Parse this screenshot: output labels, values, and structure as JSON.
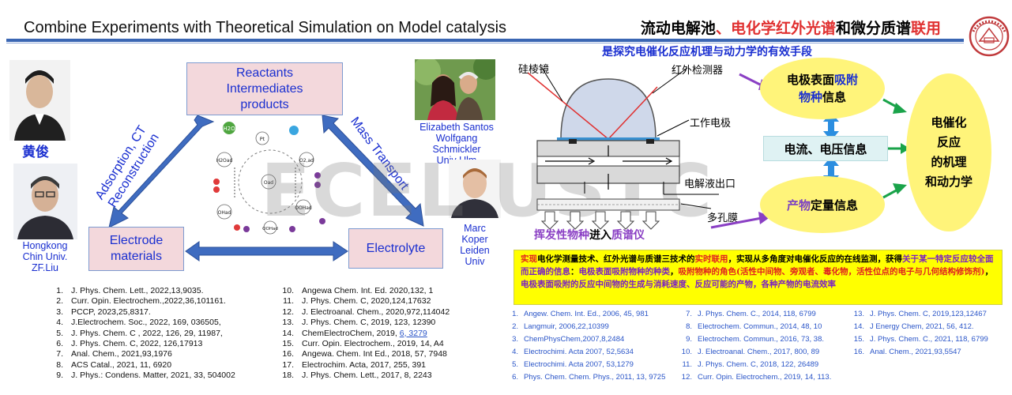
{
  "header": {
    "title_left": "Combine Experiments with Theoretical Simulation on Model catalysis",
    "title_right_part1": "流动电解池",
    "title_right_sep": "、",
    "title_right_part2": "电化学红外光谱",
    "title_right_and": "和",
    "title_right_part3": "微分质谱",
    "title_right_part4": "联用",
    "subtitle_right": "是探究电催化反应机理与动力学的有效手段"
  },
  "people": {
    "huang": "黄俊",
    "liu_line1": "Hongkong",
    "liu_line2": "Chin Univ.",
    "liu_line3": "ZF.Liu",
    "santos_line1": "Elizabeth Santos",
    "santos_line2": "Wolfgang Schmickler",
    "santos_line3": "Univ Ulm",
    "koper_line1": "Marc",
    "koper_line2": "Koper",
    "koper_line3": "Leiden",
    "koper_line4": "Univ"
  },
  "left_diagram": {
    "reactants_line1": "Reactants",
    "reactants_line2": "Intermediates",
    "reactants_line3": "products",
    "electrode_line1": "Electrode",
    "electrode_line2": "materials",
    "electrolyte": "Electrolyte",
    "adsorption_line1": "Adsorption, CT",
    "adsorption_line2": "Reconstruction",
    "mass_transport": "Mass Transport",
    "cycle_nodes": {
      "h2o_top": "H2O",
      "pt": "Pt",
      "h2o_ad": "H2Oad",
      "o2_ad": "O2,ad",
      "o_ad": "Oad",
      "oh_ad": "OHad",
      "ooh_ad": "OOHad",
      "o_ad_bottom": "OOHad"
    },
    "watermark": "ECEL USTC"
  },
  "refs_left_col1": [
    {
      "num": "1.",
      "text": "J. Phys. Chem. Lett., 2022,13,9035."
    },
    {
      "num": "2.",
      "text": "Curr. Opin. Electrochem.,2022,36,101161."
    },
    {
      "num": "3.",
      "text": "PCCP, 2023,25,8317."
    },
    {
      "num": "4.",
      "text": "J.Electrochem. Soc., 2022, 169, 036505,"
    },
    {
      "num": "5.",
      "text": "J. Phys. Chem. C , 2022, 126, 29, 11987,"
    },
    {
      "num": "6.",
      "text": "J. Phys. Chem. C, 2022, 126,17913"
    },
    {
      "num": "7.",
      "text": "Anal. Chem., 2021,93,1976"
    },
    {
      "num": "8.",
      "text": "ACS Catal., 2021, 11, 6920"
    },
    {
      "num": "9.",
      "text": "J. Phys.: Condens. Matter, 2021, 33, 504002"
    }
  ],
  "refs_left_col2": [
    {
      "num": "10.",
      "text": "Angewa Chem. Int. Ed. 2020,132, 1"
    },
    {
      "num": "11.",
      "text": "J. Phys. Chem. C, 2020,124,17632"
    },
    {
      "num": "12.",
      "text": "J. Electroanal. Chem., 2020,972,114042"
    },
    {
      "num": "13.",
      "text": "J. Phys. Chem. C, 2019, 123, 12390"
    },
    {
      "num": "14.",
      "text": "ChemElectroChem, 2019, ",
      "link": "6, 3279"
    },
    {
      "num": "15.",
      "text": "Curr. Opin. Electrochem., 2019, 14, A4"
    },
    {
      "num": "16.",
      "text": "Angewa. Chem. Int Ed., 2018, 57, 7948"
    },
    {
      "num": "17.",
      "text": "Electrochim. Acta, 2017, 255, 391"
    },
    {
      "num": "18.",
      "text": "J. Phys. Chem. Lett., 2017, 8, 2243"
    }
  ],
  "right_diagram": {
    "prism": "硅棱镜",
    "ir_detector": "红外检测器",
    "working_electrode": "工作电极",
    "electrolyte_outlet": "电解液出口",
    "porous_membrane": "多孔膜",
    "volatile_species": "挥发性物种",
    "into": "进入",
    "mass_spec": "质谱仪",
    "ell_top_a": "电极表面",
    "ell_top_b": "吸附",
    "ell_top_c": "物种",
    "ell_top_d": "信息",
    "current_box": "电流、电压信息",
    "ell_bottom_a": "产物",
    "ell_bottom_b": "定量信息",
    "ell_right_1": "电催化",
    "ell_right_2": "反应",
    "ell_right_3": "的机理",
    "ell_right_4": "和动力学"
  },
  "highlight": {
    "s1": "实现",
    "s2": "电化学测量技术、红外光谱与质谱三技术的",
    "s3": "实时联用",
    "s4": "，实现从多角度对电催化反应的在线监测，获得",
    "s5": "关于某一特定反应较全面而正确的信息",
    "s6": "：",
    "s7": "电极表面吸附物种的种类",
    "s8": "，",
    "s9": "吸附物种的角色(活性中间物、旁观者、毒化物，活性位点的电子与几何结构修饰剂)",
    "s10": "，",
    "s11": "电极表面吸附的反应中间物的生成与消耗速度、反应可能的产物，各种产物的电流效率"
  },
  "refs_right_col1": [
    {
      "num": "1.",
      "text": "Angew. Chem. Int. Ed., 2006, 45, 981"
    },
    {
      "num": "2.",
      "text": "Langmuir, 2006,22,10399"
    },
    {
      "num": "3.",
      "text": "ChemPhysChem,2007,8,2484"
    },
    {
      "num": "4.",
      "text": "Electrochimi. Acta 2007, 52,5634"
    },
    {
      "num": "5.",
      "text": "Electrochimi. Acta 2007, 53,1279"
    },
    {
      "num": "6.",
      "text": "Phys. Chem. Chem. Phys., 2011, 13, 9725"
    }
  ],
  "refs_right_col2": [
    {
      "num": "7.",
      "text": "J. Phys. Chem. C., 2014, 118, 6799"
    },
    {
      "num": "8.",
      "text": "Electrochem. Commun., 2014, 48, 10"
    },
    {
      "num": "9.",
      "text": "Electrochem. Commun., 2016, 73, 38."
    },
    {
      "num": "10.",
      "text": "J. Electroanal. Chem., 2017, 800, 89"
    },
    {
      "num": "11.",
      "text": "J. Phys. Chem. C, 2018, 122, 26489"
    },
    {
      "num": "12.",
      "text": "Curr. Opin. Electrochem., 2019, 14, 113."
    }
  ],
  "refs_right_col3": [
    {
      "num": "13.",
      "text": "J. Phys. Chem. C, 2019,123,12467"
    },
    {
      "num": "14.",
      "text": "J Energy Chem, 2021, 56, 412."
    },
    {
      "num": "15.",
      "text": "J. Phys. Chem. C., 2021, 118, 6799"
    },
    {
      "num": "16.",
      "text": "Anal. Chem., 2021,93,5547"
    }
  ],
  "colors": {
    "accent_blue": "#1a2fd0",
    "arrow_blue": "#3f6cc0",
    "box_pink": "#f3d8dc",
    "ellipse_yellow": "#fff47a",
    "highlight_yellow": "#ffff00",
    "title_red": "#e03030"
  }
}
